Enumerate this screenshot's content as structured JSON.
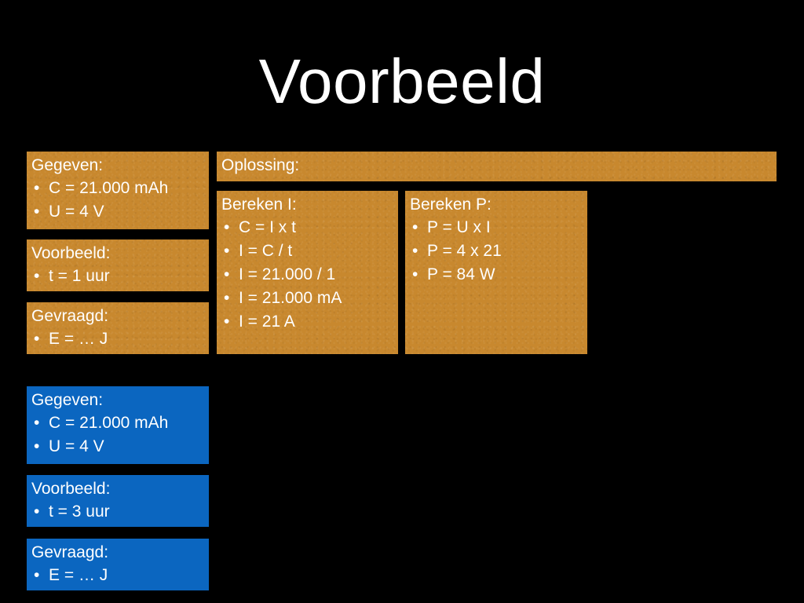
{
  "slide": {
    "title": "Voorbeeld",
    "background_color": "#000000",
    "title_color": "#ffffff",
    "accent_orange": "#c8882e",
    "accent_blue": "#0b66c0",
    "bullet_glyph": "•"
  },
  "orange_column": {
    "gegeven": {
      "heading": "Gegeven:",
      "items": [
        "C = 21.000 mAh",
        "U = 4 V"
      ]
    },
    "voorbeeld": {
      "heading": "Voorbeeld:",
      "items": [
        "t = 1 uur"
      ]
    },
    "gevraagd": {
      "heading": "Gevraagd:",
      "items": [
        "E = … J"
      ]
    }
  },
  "solution": {
    "header": "Oplossing:",
    "bereken_i": {
      "heading": "Bereken I:",
      "items": [
        "C = I x t",
        "I = C / t",
        "I = 21.000 / 1",
        "I = 21.000 mA",
        "I = 21 A"
      ]
    },
    "bereken_p": {
      "heading": "Bereken P:",
      "items": [
        "P = U x I",
        "P = 4 x 21",
        "P = 84 W"
      ]
    }
  },
  "blue_column": {
    "gegeven": {
      "heading": "Gegeven:",
      "items": [
        "C = 21.000 mAh",
        "U = 4 V"
      ]
    },
    "voorbeeld": {
      "heading": "Voorbeeld:",
      "items": [
        "t = 3 uur"
      ]
    },
    "gevraagd": {
      "heading": "Gevraagd:",
      "items": [
        "E = … J"
      ]
    }
  }
}
